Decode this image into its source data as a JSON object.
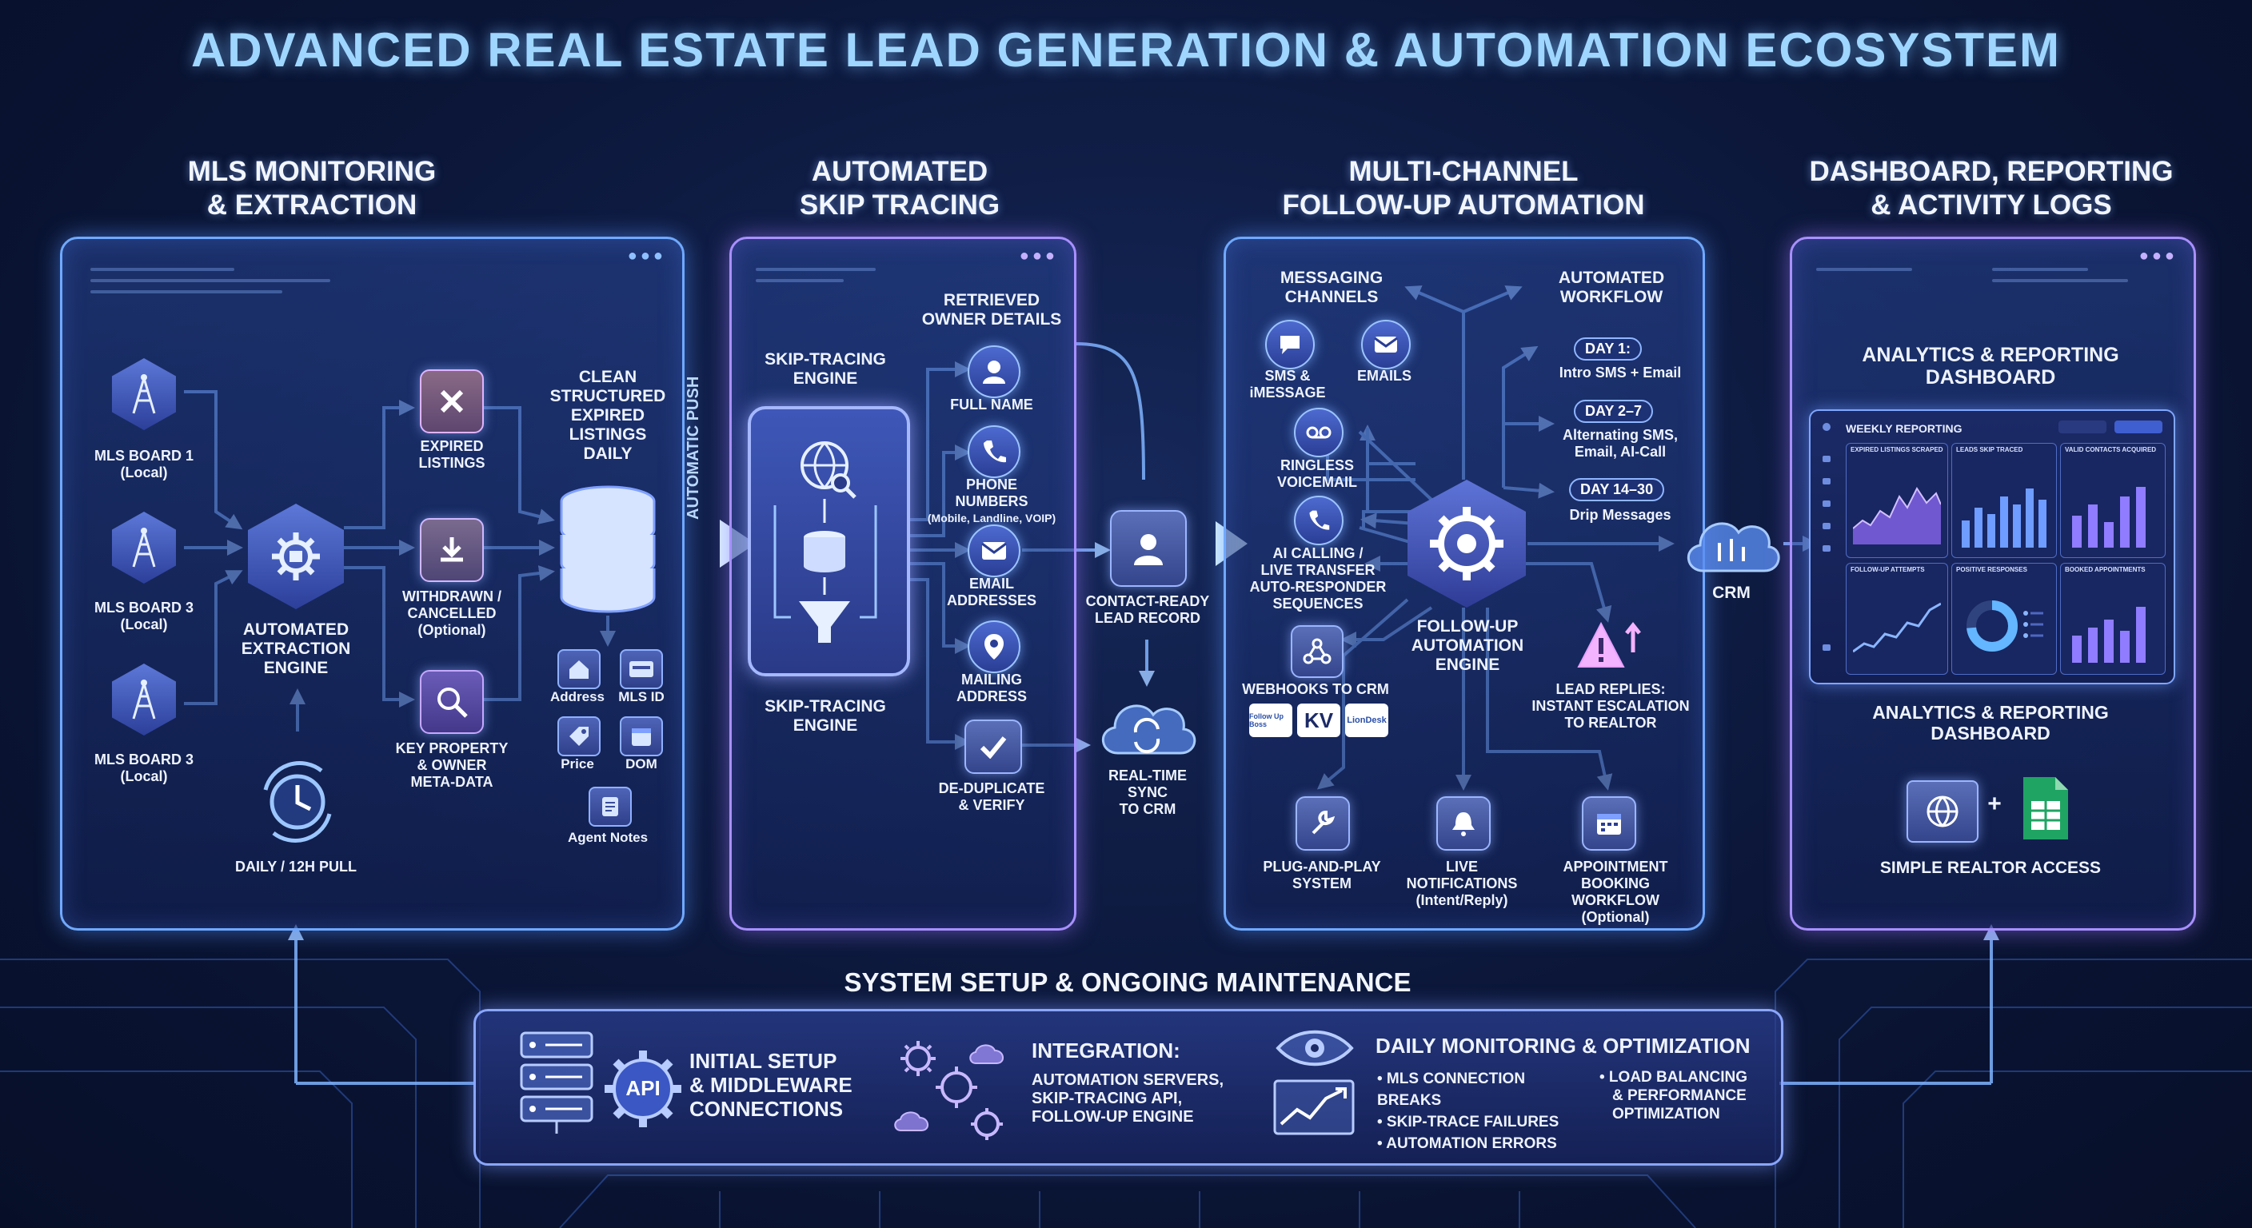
{
  "title": "ADVANCED REAL ESTATE LEAD GENERATION & AUTOMATION ECOSYSTEM",
  "colors": {
    "accent": "#6fa9ff",
    "purple": "#a890ff",
    "background": "#0b1638",
    "title": "#9fd6ff",
    "warning": "#f4b3ff"
  },
  "mls": {
    "heading_l1": "MLS MONITORING",
    "heading_l2": "& EXTRACTION",
    "boards": [
      {
        "l1": "MLS BOARD 1",
        "l2": "(Local)",
        "icon": "antenna-tower-icon"
      },
      {
        "l1": "MLS BOARD 3",
        "l2": "(Local)",
        "icon": "antenna-tower-icon"
      },
      {
        "l1": "MLS BOARD 3",
        "l2": "(Local)",
        "icon": "antenna-tower-icon"
      }
    ],
    "engine_l1": "AUTOMATED",
    "engine_l2": "EXTRACTION",
    "engine_l3": "ENGINE",
    "pull": "DAILY / 12H PULL",
    "expired_l1": "EXPIRED",
    "expired_l2": "LISTINGS",
    "withdrawn_l1": "WITHDRAWN /",
    "withdrawn_l2": "CANCELLED",
    "withdrawn_l3": "(Optional)",
    "keyprop_l1": "KEY PROPERTY",
    "keyprop_l2": "& OWNER",
    "keyprop_l3": "META-DATA",
    "clean_l1": "CLEAN",
    "clean_l2": "STRUCTURED",
    "clean_l3": "EXPIRED",
    "clean_l4": "LISTINGS",
    "clean_l5": "DAILY",
    "fields": [
      "Address",
      "MLS ID",
      "Price",
      "DOM",
      "Agent Notes"
    ],
    "push": "AUTOMATIC PUSH"
  },
  "skip": {
    "heading_l1": "AUTOMATED",
    "heading_l2": "SKIP TRACING",
    "engine_top_l1": "SKIP-TRACING",
    "engine_top_l2": "ENGINE",
    "engine_bot_l1": "SKIP-TRACING",
    "engine_bot_l2": "ENGINE",
    "retrieved_l1": "RETRIEVED",
    "retrieved_l2": "OWNER DETAILS",
    "full_name": "FULL NAME",
    "phone_l1": "PHONE",
    "phone_l2": "NUMBERS",
    "phone_l3": "(Mobile, Landline, VOIP)",
    "email_l1": "EMAIL",
    "email_l2": "ADDRESSES",
    "mailing_l1": "MAILING",
    "mailing_l2": "ADDRESS",
    "dedup_l1": "DE-DUPLICATE",
    "dedup_l2": "& VERIFY",
    "contact_l1": "CONTACT-READY",
    "contact_l2": "LEAD RECORD",
    "sync_l1": "REAL-TIME",
    "sync_l2": "SYNC",
    "sync_l3": "TO CRM"
  },
  "followup": {
    "heading_l1": "MULTI-CHANNEL",
    "heading_l2": "FOLLOW-UP AUTOMATION",
    "messaging_l1": "MESSAGING",
    "messaging_l2": "CHANNELS",
    "workflow_l1": "AUTOMATED",
    "workflow_l2": "WORKFLOW",
    "sms_l1": "SMS &",
    "sms_l2": "iMESSAGE",
    "emails": "EMAILS",
    "ringless_l1": "RINGLESS",
    "ringless_l2": "VOICEMAIL",
    "ai_l1": "AI CALLING /",
    "ai_l2": "LIVE TRANSFER",
    "ai_l3": "AUTO-RESPONDER",
    "ai_l4": "SEQUENCES",
    "webhooks": "WEBHOOKS TO CRM",
    "logos": [
      "Follow Up Boss",
      "KV",
      "LionDesk"
    ],
    "days": [
      {
        "pill": "DAY 1:",
        "text_l1": "Intro SMS + Email",
        "text_l2": ""
      },
      {
        "pill": "DAY 2–7",
        "text_l1": "Alternating SMS,",
        "text_l2": "Email, AI-Call"
      },
      {
        "pill": "DAY 14–30",
        "text_l1": "Drip Messages",
        "text_l2": ""
      }
    ],
    "engine_l1": "FOLLOW-UP",
    "engine_l2": "AUTOMATION",
    "engine_l3": "ENGINE",
    "replies_l1": "LEAD REPLIES:",
    "replies_l2": "INSTANT ESCALATION",
    "replies_l3": "TO REALTOR",
    "plug_l1": "PLUG-AND-PLAY",
    "plug_l2": "SYSTEM",
    "notif_l1": "LIVE",
    "notif_l2": "NOTIFICATIONS",
    "notif_l3": "(Intent/Reply)",
    "appt_l1": "APPOINTMENT",
    "appt_l2": "BOOKING WORKFLOW",
    "appt_l3": "(Optional)",
    "crm": "CRM"
  },
  "dashboard": {
    "heading_l1": "DASHBOARD, REPORTING",
    "heading_l2": "& ACTIVITY LOGS",
    "analytics_top_l1": "ANALYTICS & REPORTING",
    "analytics_top_l2": "DASHBOARD",
    "weekly": "WEEKLY REPORTING",
    "cards": [
      {
        "title": "EXPIRED LISTINGS SCRAPED",
        "kind": "area"
      },
      {
        "title": "LEADS SKIP TRACED",
        "kind": "bars"
      },
      {
        "title": "VALID CONTACTS ACQUIRED",
        "kind": "bars"
      },
      {
        "title": "FOLLOW-UP ATTEMPTS",
        "kind": "line"
      },
      {
        "title": "POSITIVE RESPONSES",
        "kind": "donut"
      },
      {
        "title": "BOOKED APPOINTMENTS",
        "kind": "bars"
      }
    ],
    "analytics_bot_l1": "ANALYTICS & REPORTING",
    "analytics_bot_l2": "DASHBOARD",
    "plus": "+",
    "access": "SIMPLE REALTOR ACCESS"
  },
  "maintenance": {
    "heading": "SYSTEM SETUP & ONGOING MAINTENANCE",
    "api": "API",
    "setup_l1": "INITIAL SETUP",
    "setup_l2": "& MIDDLEWARE",
    "setup_l3": "CONNECTIONS",
    "integration_title": "INTEGRATION:",
    "integration_l1": "AUTOMATION SERVERS,",
    "integration_l2": "SKIP-TRACING API,",
    "integration_l3": "FOLLOW-UP ENGINE",
    "monitor_title": "DAILY MONITORING & OPTIMIZATION",
    "monitor_a": [
      "• MLS CONNECTION BREAKS",
      "• SKIP-TRACE FAILURES",
      "• AUTOMATION ERRORS"
    ],
    "monitor_b_l1": "• LOAD BALANCING",
    "monitor_b_l2": "& PERFORMANCE",
    "monitor_b_l3": "OPTIMIZATION"
  }
}
